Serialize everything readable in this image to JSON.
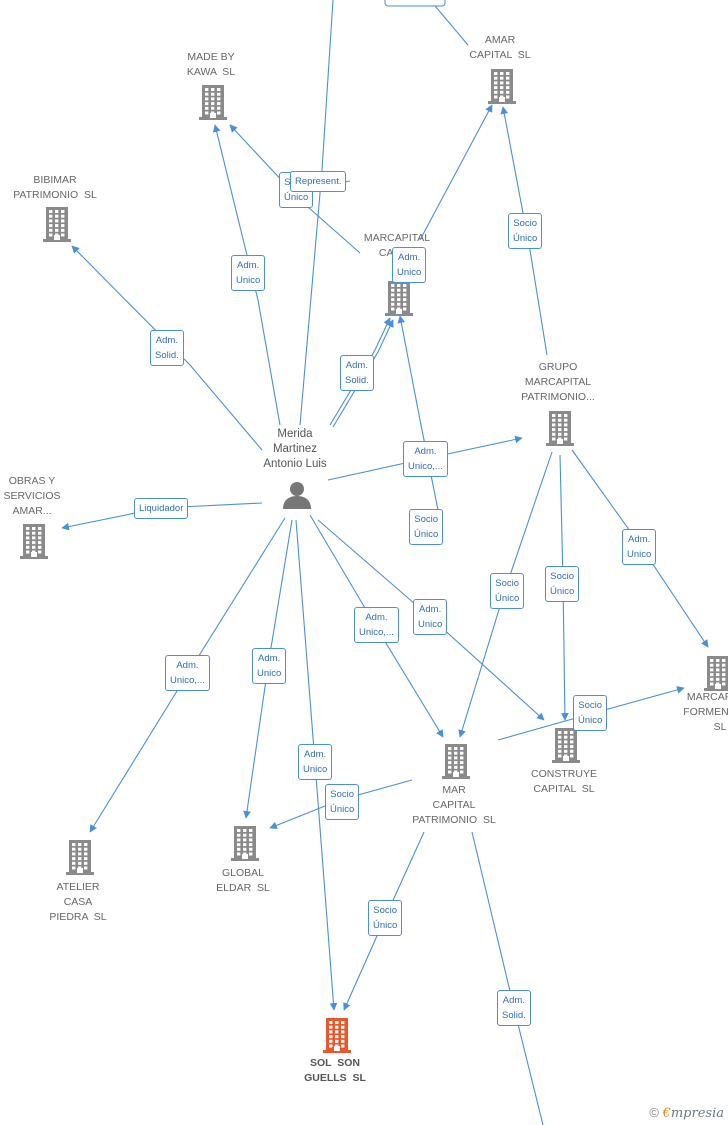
{
  "colors": {
    "edge": "#4a90d9",
    "building": "#8a8a8a",
    "focus": "#e8582c",
    "person": "#777777"
  },
  "person": {
    "label": "Merida\nMartinez\nAntonio Luis",
    "icon": "person-icon"
  },
  "companies": [
    {
      "id": "made-by-kawa",
      "label": "MADE BY\nKAWA  SL"
    },
    {
      "id": "amar-capital",
      "label": "AMAR\nCAPITAL  SL"
    },
    {
      "id": "bibimar",
      "label": "BIBIMAR\nPATRIMONIO  SL"
    },
    {
      "id": "marcapital-cala",
      "label": "MARCAPITAL\nCALA..."
    },
    {
      "id": "grupo-marcapital",
      "label": "GRUPO\nMARCAPITAL\nPATRIMONIO..."
    },
    {
      "id": "obras-servicios",
      "label": "OBRAS Y\nSERVICIOS\nAMAR..."
    },
    {
      "id": "marcapital-formentera",
      "label": "MARCAPITAL\nFORMENTERA\nSL"
    },
    {
      "id": "construye-capital",
      "label": "CONSTRUYE\nCAPITAL  SL"
    },
    {
      "id": "mar-capital-patrimonio",
      "label": "MAR\nCAPITAL\nPATRIMONIO  SL"
    },
    {
      "id": "atelier-casa-piedra",
      "label": "ATELIER\nCASA\nPIEDRA  SL"
    },
    {
      "id": "global-eldar",
      "label": "GLOBAL\nELDAR  SL"
    },
    {
      "id": "sol-son-guells",
      "label": "SOL  SON\nGUELLS  SL",
      "focus": true
    }
  ],
  "relations": [
    {
      "label": "Adm.\nUnico"
    },
    {
      "label": "Adm.\nSolid."
    },
    {
      "label": "Socio\nÚnico"
    },
    {
      "label": "Represent."
    },
    {
      "label": "Adm.\nUnico"
    },
    {
      "label": "Adm.\nSolid."
    },
    {
      "label": "Socio\nÚnico"
    },
    {
      "label": "Adm.\nUnico,..."
    },
    {
      "label": "Socio\nÚnico"
    },
    {
      "label": "Liquidador"
    },
    {
      "label": "Socio\nÚnico"
    },
    {
      "label": "Socio\nÚnico"
    },
    {
      "label": "Adm.\nUnico"
    },
    {
      "label": "Adm.\nUnico,..."
    },
    {
      "label": "Adm.\nUnico"
    },
    {
      "label": "Socio\nÚnico"
    },
    {
      "label": "Adm.\nUnico,..."
    },
    {
      "label": "Adm.\nUnico"
    },
    {
      "label": "Adm.\nUnico"
    },
    {
      "label": "Socio\nÚnico"
    },
    {
      "label": "Socio\nÚnico"
    },
    {
      "label": "Adm.\nSolid."
    }
  ],
  "watermark": {
    "copyright": "©",
    "brand": "€",
    "rest": "mpresia"
  }
}
